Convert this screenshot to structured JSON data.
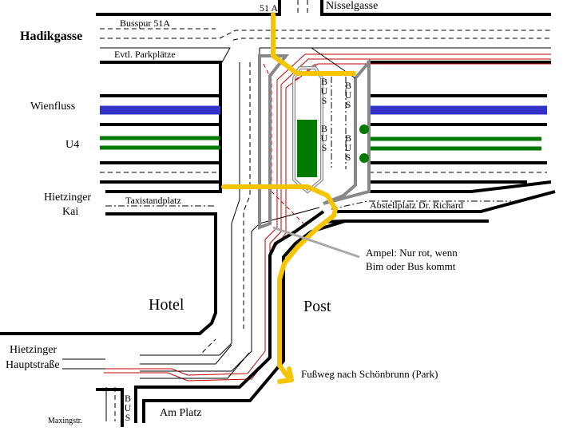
{
  "title": "Verkehrsplan Hietzing",
  "colors": {
    "wienfluss": "#3333cc",
    "u4": "#007a00",
    "footpath": "#f7c400",
    "tram": "#c00000",
    "platform": "#888888",
    "curb": "#000000"
  },
  "streets": {
    "hadikgasse": "Hadikgasse",
    "nisselgasse": "Nisselgasse",
    "hietzinger_kai_1": "Hietzinger",
    "hietzinger_kai_2": "Kai",
    "hauptstrasse_1": "Hietzinger",
    "hauptstrasse_2": "Hauptstraße",
    "maxingstr": "Maxingstr.",
    "am_platz": "Am Platz"
  },
  "features": {
    "wienfluss": "Wienfluss",
    "u4": "U4",
    "busspur": "Busspur 51A",
    "bus51a": "51 A",
    "parkplaetze": "Evtl. Parkplätze",
    "taxi": "Taxistandplatz",
    "abstellplatz": "Abstellplatz Dr. Richard",
    "hotel": "Hotel",
    "post": "Post",
    "bus_label": "BUS"
  },
  "annotations": {
    "ampel_1": "Ampel: Nur rot, wenn",
    "ampel_2": "Bim oder Bus kommt",
    "fussweg": "Fußweg nach Schönbrunn (Park)"
  }
}
